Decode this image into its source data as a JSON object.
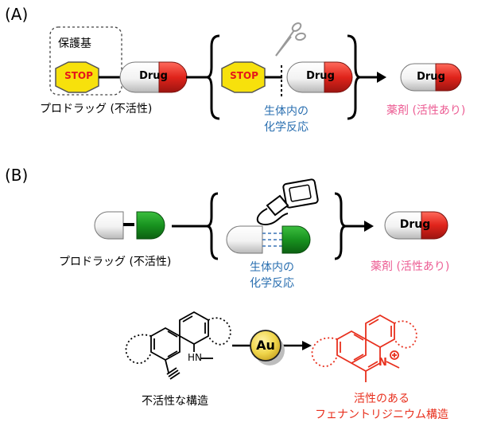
{
  "panelA": {
    "label": "(A)",
    "protecting_group_label": "保護基",
    "stop_text": "STOP",
    "drug_text": "Drug",
    "prodrug_caption": "プロドラッグ (不活性)",
    "reaction_caption_line1": "生体内の",
    "reaction_caption_line2": "化学反応",
    "product_caption": "薬剤 (活性あり)"
  },
  "panelB": {
    "label": "(B)",
    "drug_text": "Drug",
    "prodrug_caption": "プロドラッグ (不活性)",
    "reaction_caption_line1": "生体内の",
    "reaction_caption_line2": "化学反応",
    "product_caption": "薬剤 (活性あり)",
    "catalyst_label": "Au",
    "nh_label": "HN",
    "nplus_label": "N",
    "inactive_caption": "不活性な構造",
    "active_caption_line1": "活性のある",
    "active_caption_line2": "フェナントリジニウム構造"
  },
  "colors": {
    "pill_red": "#e0241b",
    "pill_green": "#18921f",
    "stop_yellow": "#f7e10c",
    "stop_red": "#e5161a",
    "caption_blue": "#2a6fb0",
    "caption_pink": "#ec5c93",
    "product_red": "#e8301e",
    "gold": "#e2c23a"
  }
}
